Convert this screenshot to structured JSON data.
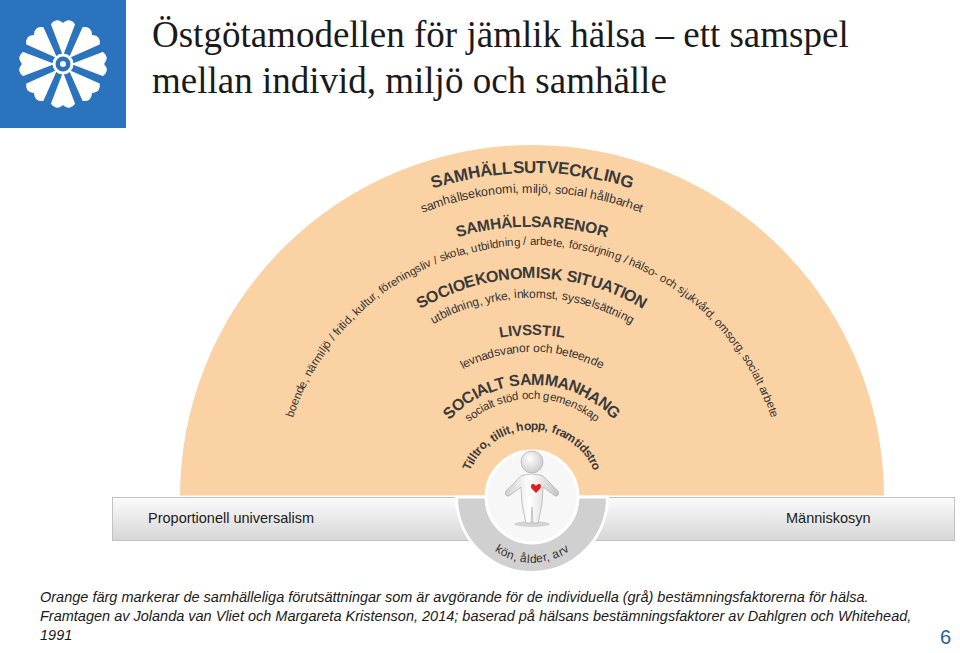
{
  "diagram": {
    "title": "Östgötamodellen för jämlik hälsa – ett samspel mellan individ, miljö och samhälle",
    "caption": "Orange färg markerar de samhälleliga förutsättningar som är avgörande för de individuella (grå) bestämningsfaktorerna för hälsa. Framtagen av Jolanda van Vliet och Margareta Kristenson, 2014; baserad på hälsans bestämningsfaktorer av Dahlgren och Whitehead, 1991",
    "nodes": [
      {
        "text": [
          "SAMHÄLLSUTVECKLING",
          "samhällsekonomi, miljö, social hållbarhet"
        ]
      },
      {
        "text": [
          "SAMHÄLLSARENOR",
          "boende, närmiljö / fritid, kultur, föreningsliv / skola, utbildning / arbete, försörjning / hälso- och sjukvård, omsorg, socialt arbete"
        ],
        "in": 0
      },
      {
        "text": [
          "SOCIOEKONOMISK SITUATION",
          "utbildning, yrke, inkomst, sysselsättning"
        ],
        "in": 1
      },
      {
        "text": [
          "LIVSSTIL",
          "levnadsvanor och beteende"
        ],
        "in": 2
      },
      {
        "text": [
          "SOCIALT SAMMANHANG",
          "socialt stöd och gemenskap"
        ],
        "in": 3
      },
      {
        "text": [
          "Tilltro, tillit, hopp, framtidstro"
        ],
        "in": 4
      },
      {
        "text": [
          "Proportionell universalism",
          "Människosyn"
        ]
      },
      {
        "text": [
          "kön, ålder, arv"
        ]
      }
    ],
    "labels": [
      "6"
    ]
  }
}
